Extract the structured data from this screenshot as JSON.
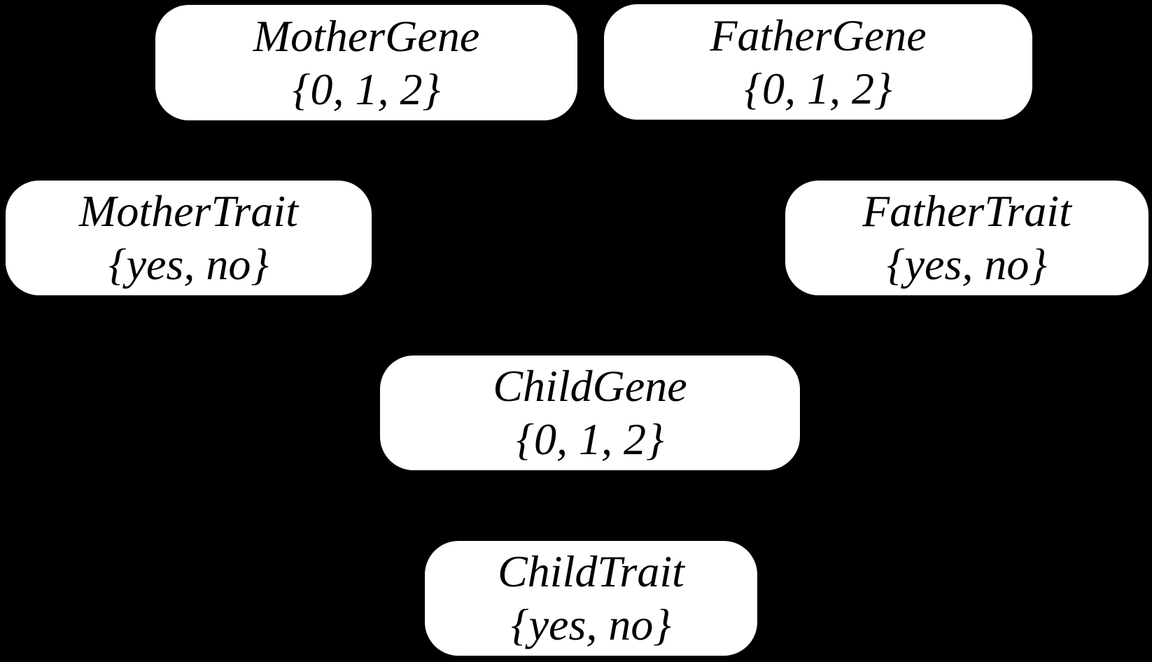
{
  "diagram": {
    "type": "bayesian-network",
    "background_color": "#000000",
    "node_fill_color": "#ffffff",
    "node_text_color": "#000000",
    "nodes": [
      {
        "id": "mother-gene",
        "name": "MotherGene",
        "values": "{0, 1, 2}"
      },
      {
        "id": "father-gene",
        "name": "FatherGene",
        "values": "{0, 1, 2}"
      },
      {
        "id": "mother-trait",
        "name": "MotherTrait",
        "values": "{yes, no}"
      },
      {
        "id": "father-trait",
        "name": "FatherTrait",
        "values": "{yes, no}"
      },
      {
        "id": "child-gene",
        "name": "ChildGene",
        "values": "{0, 1, 2}"
      },
      {
        "id": "child-trait",
        "name": "ChildTrait",
        "values": "{yes, no}"
      }
    ]
  }
}
